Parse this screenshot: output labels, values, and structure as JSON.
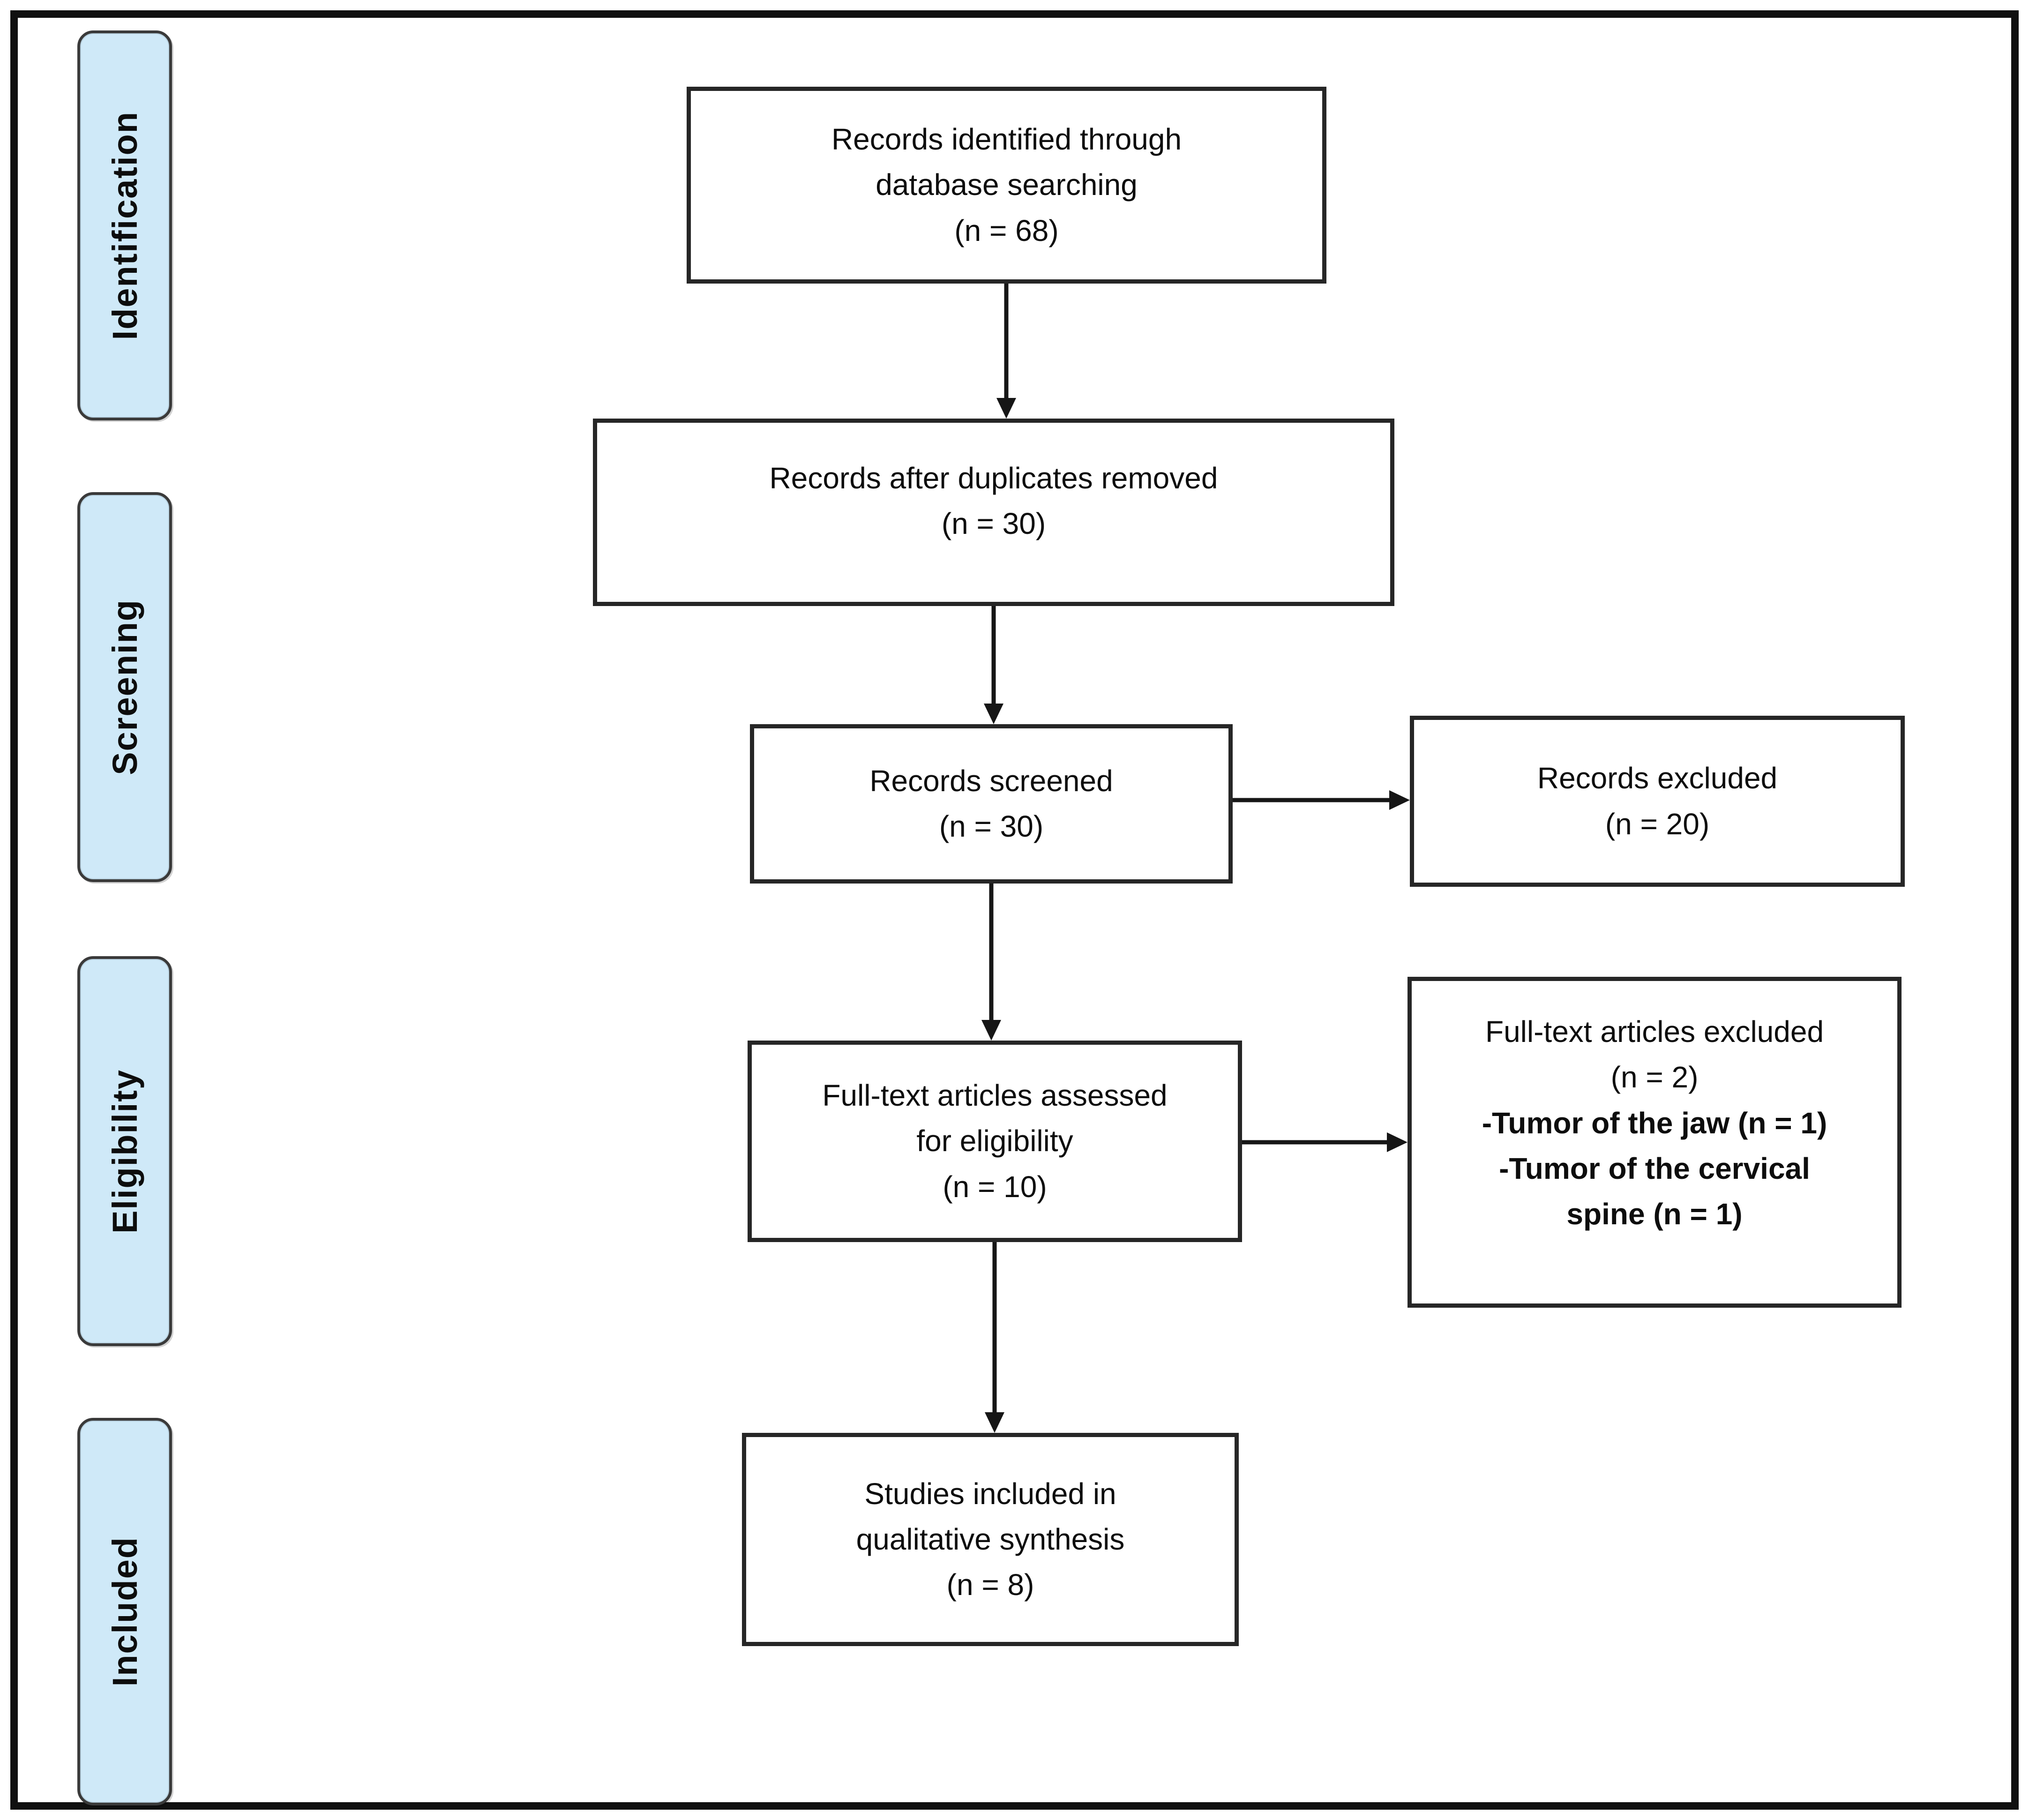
{
  "title": "PRISMA flow diagram",
  "colors": {
    "background": "#ffffff",
    "stage_fill": "#cfe9f8",
    "stage_border": "#3a3a3a",
    "box_border": "#262626",
    "frame_border": "#101010",
    "text": "#0d0d0d",
    "arrow": "#161616"
  },
  "stages": {
    "identification": {
      "label": "Identification"
    },
    "screening": {
      "label": "Screening"
    },
    "eligibility": {
      "label": "Eligibility"
    },
    "included": {
      "label": "Included"
    }
  },
  "boxes": {
    "records_identified": {
      "text": "Records identified through\ndatabase searching\n(n = 68)",
      "n": 68
    },
    "duplicates_removed": {
      "text": "Records after duplicates removed\n(n = 30)",
      "n": 30
    },
    "records_screened": {
      "text": "Records screened\n(n = 30)",
      "n": 30
    },
    "records_excluded": {
      "text": "Records excluded\n(n = 20)",
      "n": 20
    },
    "fulltext_assessed": {
      "text": "Full-text articles assessed\nfor eligibility\n(n = 10)",
      "n": 10
    },
    "fulltext_excluded": {
      "title": "Full-text articles excluded\n(n = 2)",
      "reasons": "-Tumor of the jaw (n = 1)\n-Tumor of the cervical\nspine (n = 1)",
      "n": 2
    },
    "studies_included": {
      "text": "Studies included in\nqualitative synthesis\n(n = 8)",
      "n": 8
    }
  }
}
